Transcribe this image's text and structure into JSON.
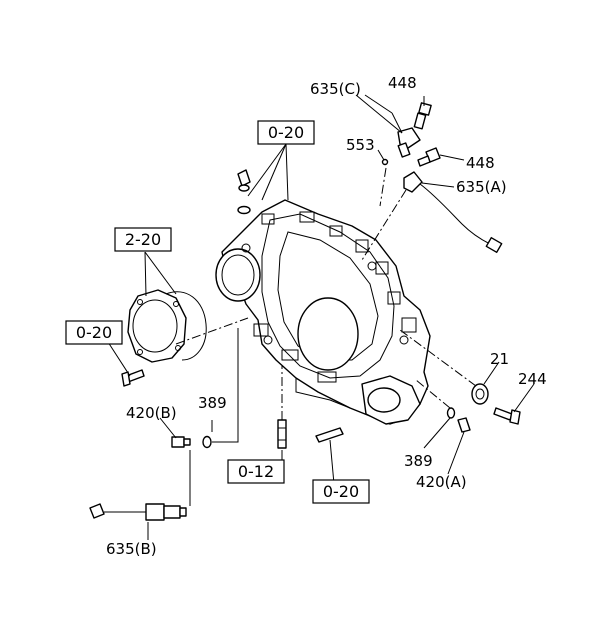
{
  "ref_boxes": {
    "top": "0-20",
    "left_cover": "2-20",
    "left_bolt": "0-20",
    "stud_left": "0-12",
    "stud_right": "0-20"
  },
  "part_labels": {
    "p635c": "635(C)",
    "p448_top": "448",
    "p553": "553",
    "p448_mid": "448",
    "p635a": "635(A)",
    "p21": "21",
    "p244": "244",
    "p420b": "420(B)",
    "p389_left": "389",
    "p389_right": "389",
    "p420a": "420(A)",
    "p635b": "635(B)"
  }
}
